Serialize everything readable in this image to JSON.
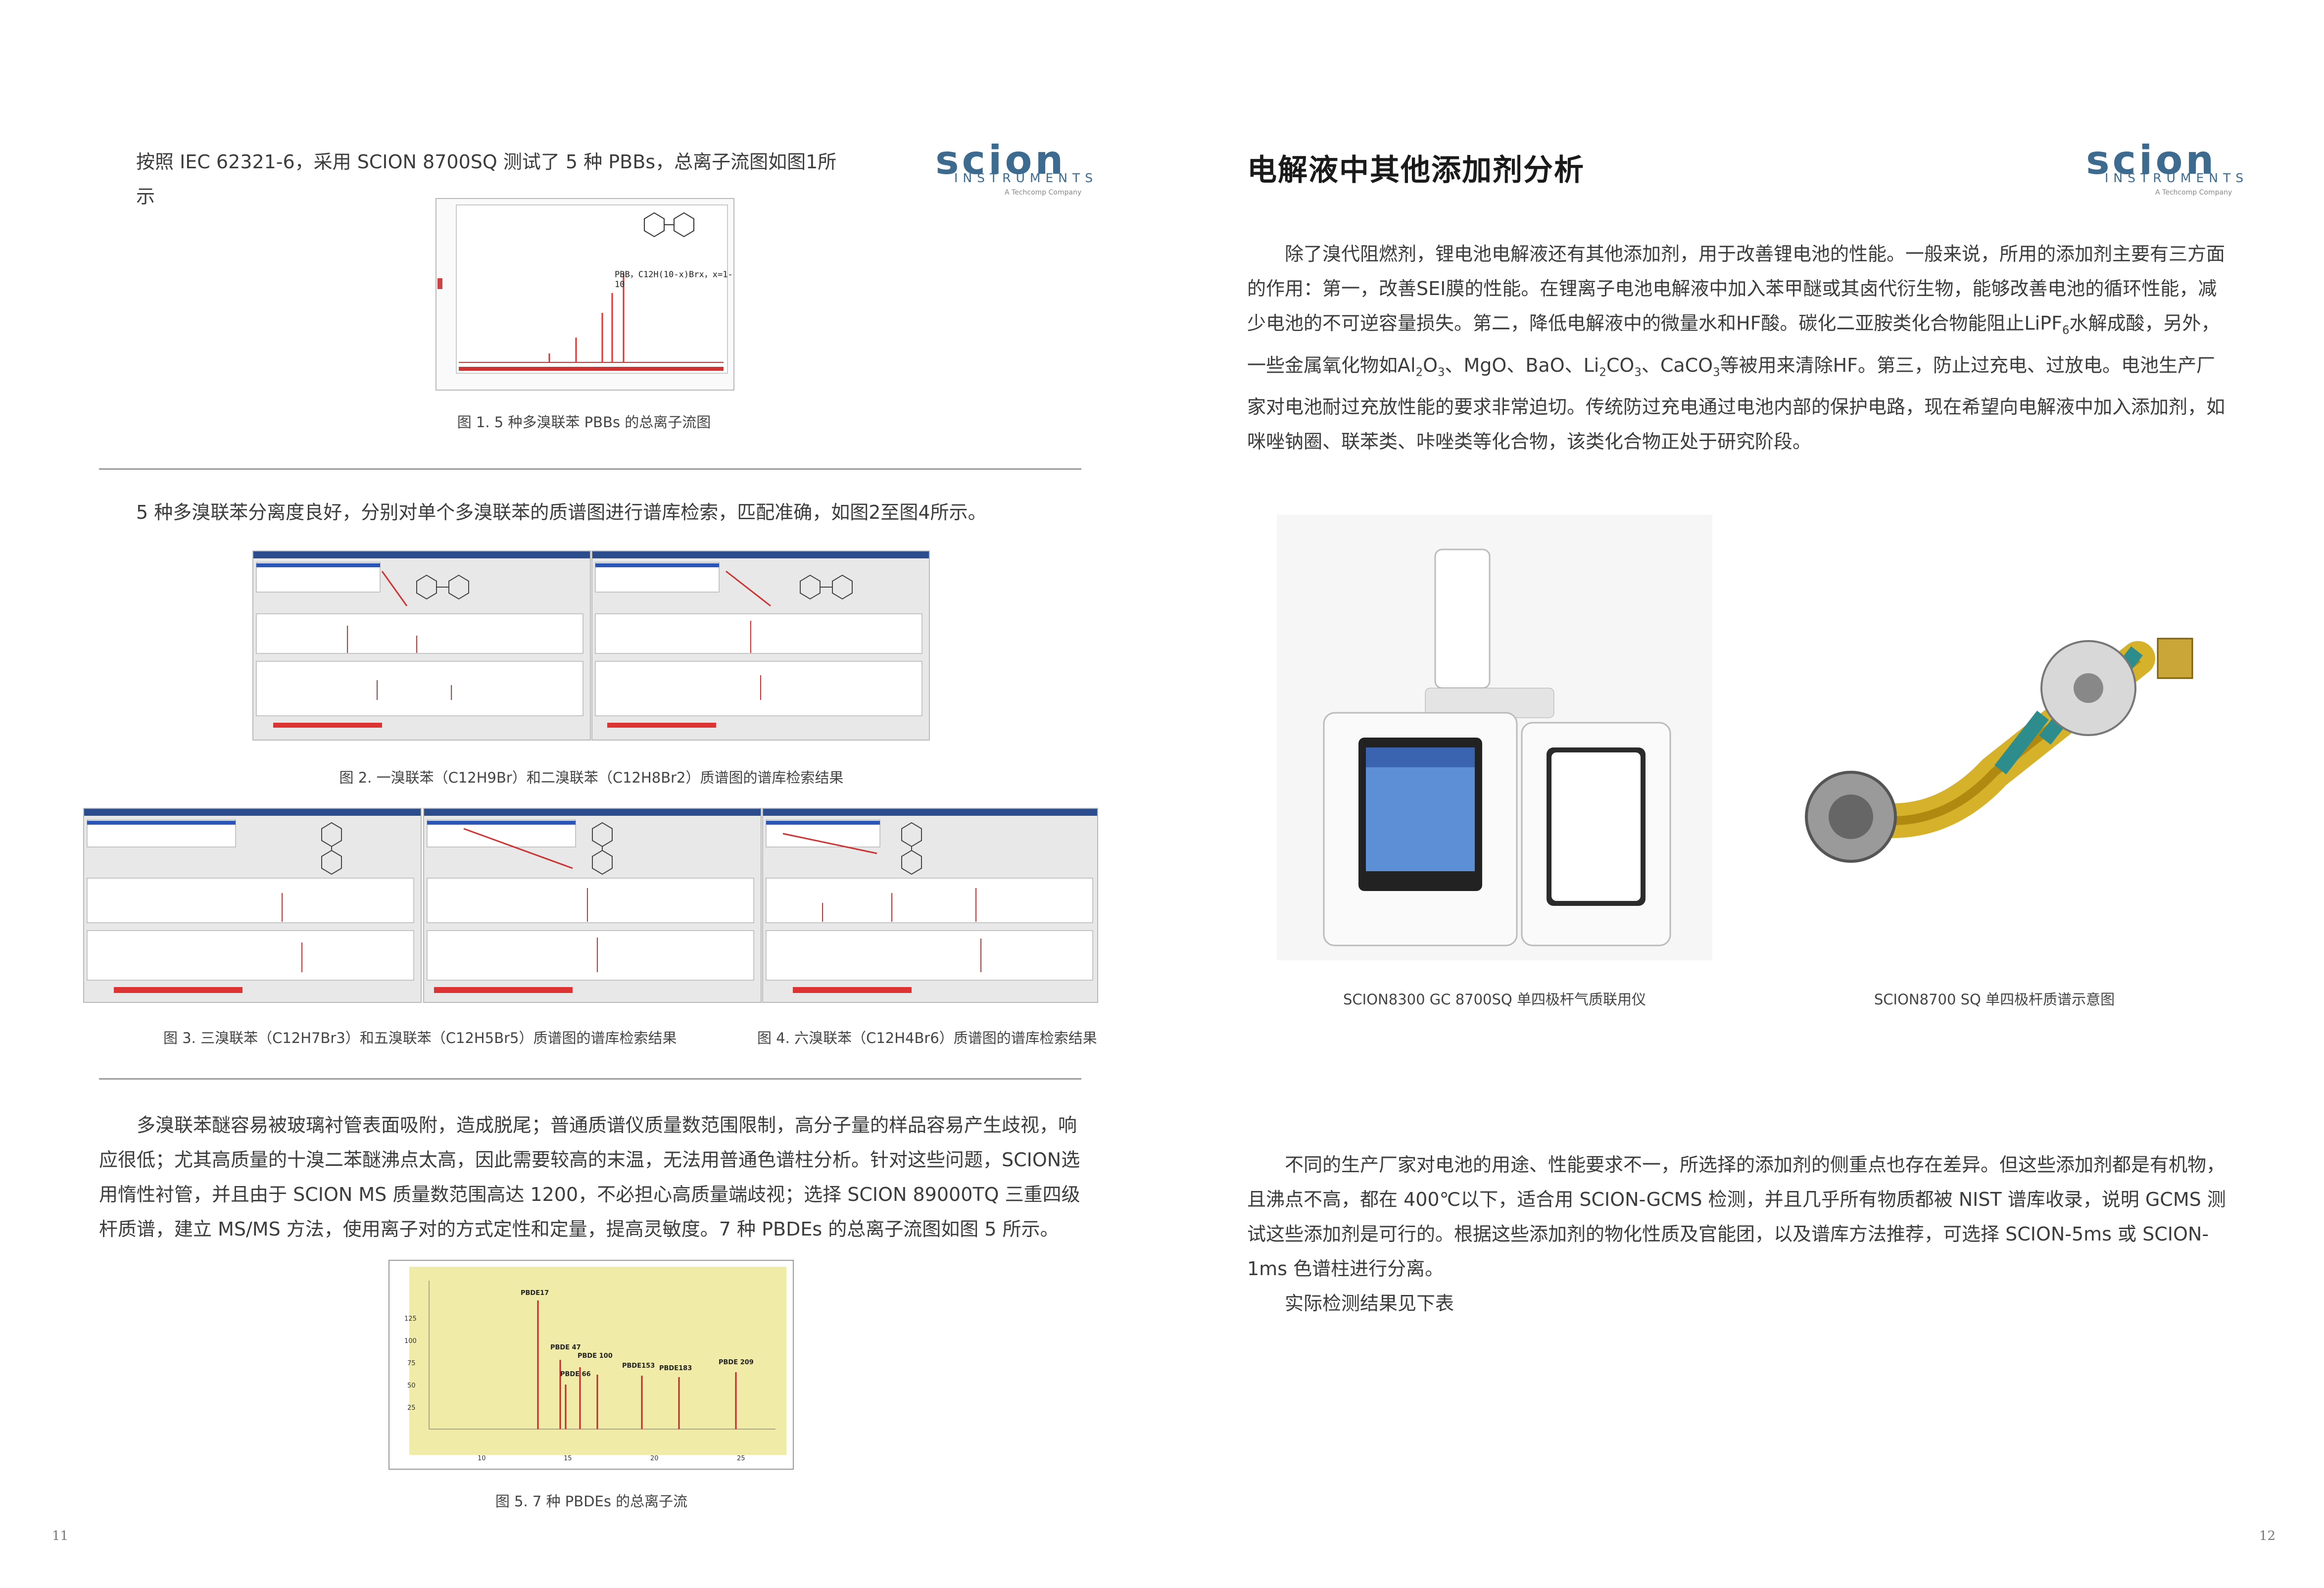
{
  "left_page": {
    "intro": "按照 IEC 62321-6，采用 SCION 8700SQ 测试了 5 种 PBBs，总离子流图如图1所示",
    "fig1": {
      "formula_label": "PBB，C12H(10-x)Brx，x=1-10",
      "caption": "图 1. 5 种多溴联苯 PBBs 的总离子流图"
    },
    "para2": "5 种多溴联苯分离度良好，分别对单个多溴联苯的质谱图进行谱库检索，匹配准确，如图2至图4所示。",
    "fig2_caption": "图 2. 一溴联苯（C12H9Br）和二溴联苯（C12H8Br2）质谱图的谱库检索结果",
    "fig3_caption": "图 3. 三溴联苯（C12H7Br3）和五溴联苯（C12H5Br5）质谱图的谱库检索结果",
    "fig4_caption": "图 4. 六溴联苯（C12H4Br6）质谱图的谱库检索结果",
    "para3": "多溴联苯醚容易被玻璃衬管表面吸附，造成脱尾；普通质谱仪质量数范围限制，高分子量的样品容易产生歧视，响应很低；尤其高质量的十溴二苯醚沸点太高，因此需要较高的末温，无法用普通色谱柱分析。针对这些问题，SCION选用惰性衬管，并且由于 SCION MS 质量数范围高达 1200，不必担心高质量端歧视；选择 SCION 89000TQ 三重四级杆质谱，建立 MS/MS 方法，使用离子对的方式定性和定量，提高灵敏度。7 种 PBDEs 的总离子流图如图 5 所示。",
    "fig5": {
      "caption": "图 5. 7 种 PBDEs 的总离子流",
      "y_ticks": [
        "125",
        "100",
        "75",
        "50",
        "25"
      ],
      "x_ticks": [
        "10",
        "15",
        "20",
        "25"
      ],
      "peak_labels": [
        "PBDE17",
        "PBDE 47",
        "PBDE 66",
        "PBDE 100",
        "PBDE153",
        "PBDE183",
        "PBDE 209"
      ]
    },
    "page_number": "11"
  },
  "right_page": {
    "title": "电解液中其他添加剂分析",
    "para1": {
      "t1": "除了溴代阻燃剂，锂电池电解液还有其他添加剂，用于改善锂电池的性能。一般来说，所用的添加剂主要有三方面的作用：第一，改善SEI膜的性能。在锂离子电池电解液中加入苯甲醚或其卤代衍生物，能够改善电池的循环性能，减少电池的不可逆容量损失。第二，降低电解液中的微量水和HF酸。碳化二亚胺类化合物能阻止LiPF",
      "t2": "水解成酸，另外，一些金属氧化物如Al",
      "t3": "O",
      "t4": "、MgO、BaO、Li",
      "t5": "CO",
      "t6": "、CaCO",
      "t7": "等被用来清除HF。第三，防止过充电、过放电。电池生产厂家对电池耐过充放性能的要求非常迫切。传统防过充电通过电池内部的保护电路，现在希望向电解液中加入添加剂，如咪唑钠圈、联苯类、咔唑类等化合物，该类化合物正处于研究阶段。"
    },
    "photo1_caption": "SCION8300 GC 8700SQ 单四极杆气质联用仪",
    "photo2_caption": "SCION8700 SQ 单四极杆质谱示意图",
    "para2": "不同的生产厂家对电池的用途、性能要求不一，所选择的添加剂的侧重点也存在差异。但这些添加剂都是有机物，且沸点不高，都在 400℃以下，适合用 SCION-GCMS 检测，并且几乎所有物质都被 NIST 谱库收录，说明 GCMS 测试这些添加剂是可行的。根据这些添加剂的物化性质及官能团，以及谱库方法推荐，可选择 SCION-5ms 或 SCION-1ms 色谱柱进行分离。",
    "para3": "实际检测结果见下表",
    "page_number": "12"
  },
  "logo": {
    "word": "scion",
    "sub": "INSTRUMENTS",
    "tiny": "A Techcomp Company",
    "color": "#3d6a8f"
  }
}
